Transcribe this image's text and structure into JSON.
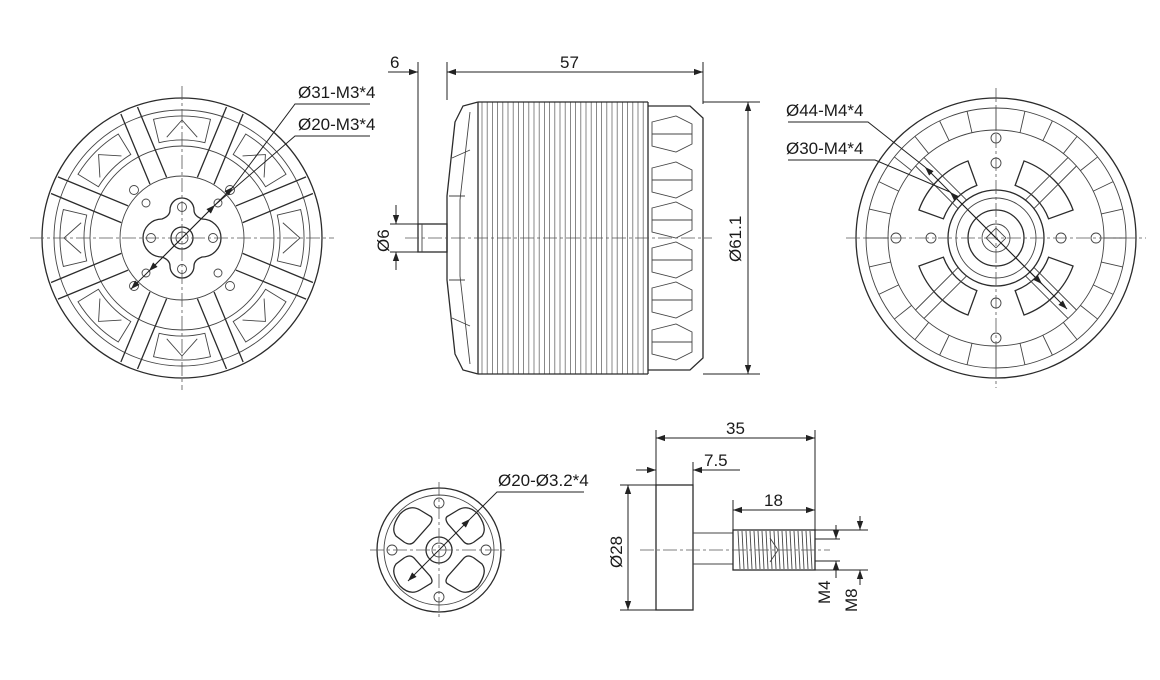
{
  "dimensions": {
    "shaft_extension": "6",
    "motor_length": "57",
    "shaft_diameter": "Ø6",
    "motor_diameter": "Ø61.1",
    "front_bolt_circle_outer": "Ø31-M3*4",
    "front_bolt_circle_inner": "Ø20-M3*4",
    "rear_bolt_circle_outer": "Ø44-M4*4",
    "rear_bolt_circle_inner": "Ø30-M4*4",
    "prop_adapter_bolt_circle": "Ø20-Ø3.2*4",
    "adapter_total_length": "35",
    "adapter_flange_thickness": "7.5",
    "adapter_thread_length": "18",
    "adapter_flange_diameter": "Ø28",
    "adapter_thread_minor": "M4",
    "adapter_thread_major": "M8"
  },
  "colors": {
    "line": "#2b2b2b",
    "background": "#ffffff"
  }
}
